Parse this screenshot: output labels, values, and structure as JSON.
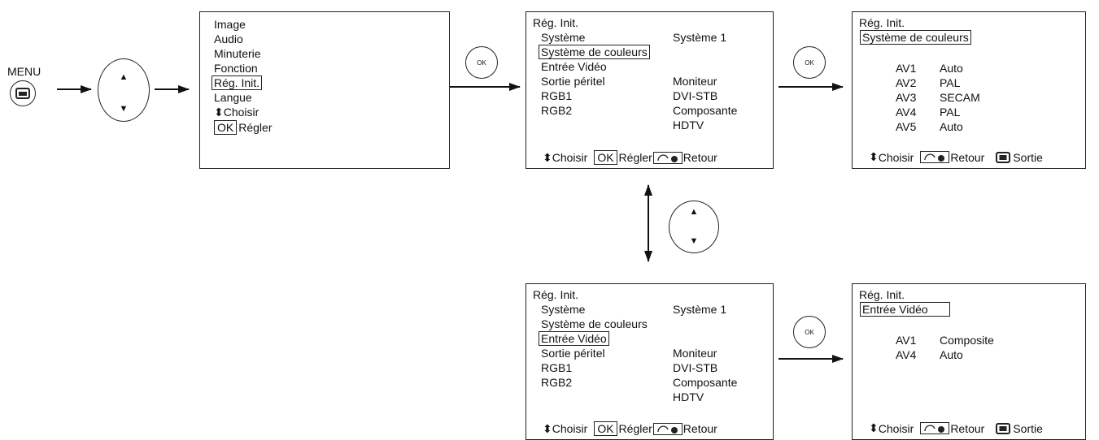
{
  "menu_button": {
    "label": "MENU"
  },
  "ok_button_label": "OK",
  "main_menu": {
    "items": [
      "Image",
      "Audio",
      "Minuterie",
      "Fonction",
      "Rég. Init.",
      "Langue"
    ],
    "choose": "Choisir",
    "ok": "OK",
    "set": "Régler"
  },
  "init_menu_a": {
    "title": "Rég. Init.",
    "rows": [
      {
        "label": "Système",
        "value": "Système 1"
      },
      {
        "label": "Système de couleurs",
        "value": ""
      },
      {
        "label": "Entrée Vidéo",
        "value": ""
      },
      {
        "label": "Sortie péritel",
        "value": "Moniteur"
      },
      {
        "label": "RGB1",
        "value": "DVI-STB"
      },
      {
        "label": "RGB2",
        "value": "Composante"
      },
      {
        "label": "",
        "value": "HDTV"
      }
    ],
    "footer": {
      "choose": "Choisir",
      "ok": "OK",
      "set": "Régler",
      "back": "Retour"
    }
  },
  "init_menu_b": {
    "title": "Rég. Init.",
    "rows": [
      {
        "label": "Système",
        "value": "Système 1"
      },
      {
        "label": "Système de couleurs",
        "value": ""
      },
      {
        "label": "Entrée Vidéo",
        "value": ""
      },
      {
        "label": "Sortie péritel",
        "value": "Moniteur"
      },
      {
        "label": "RGB1",
        "value": "DVI-STB"
      },
      {
        "label": "RGB2",
        "value": "Composante"
      },
      {
        "label": "",
        "value": "HDTV"
      }
    ],
    "footer": {
      "choose": "Choisir",
      "ok": "OK",
      "set": "Régler",
      "back": "Retour"
    }
  },
  "color_system_menu": {
    "title": "Rég. Init.",
    "subtitle": "Système de couleurs",
    "rows": [
      {
        "input": "AV1",
        "value": "Auto"
      },
      {
        "input": "AV2",
        "value": "PAL"
      },
      {
        "input": "AV3",
        "value": "SECAM"
      },
      {
        "input": "AV4",
        "value": "PAL"
      },
      {
        "input": "AV5",
        "value": "Auto"
      }
    ],
    "footer": {
      "choose": "Choisir",
      "back": "Retour",
      "exit": "Sortie"
    }
  },
  "video_input_menu": {
    "title": "Rég. Init.",
    "subtitle": "Entrée Vidéo",
    "rows": [
      {
        "input": "AV1",
        "value": "Composite"
      },
      {
        "input": "AV4",
        "value": "Auto"
      }
    ],
    "footer": {
      "choose": "Choisir",
      "back": "Retour",
      "exit": "Sortie"
    }
  }
}
